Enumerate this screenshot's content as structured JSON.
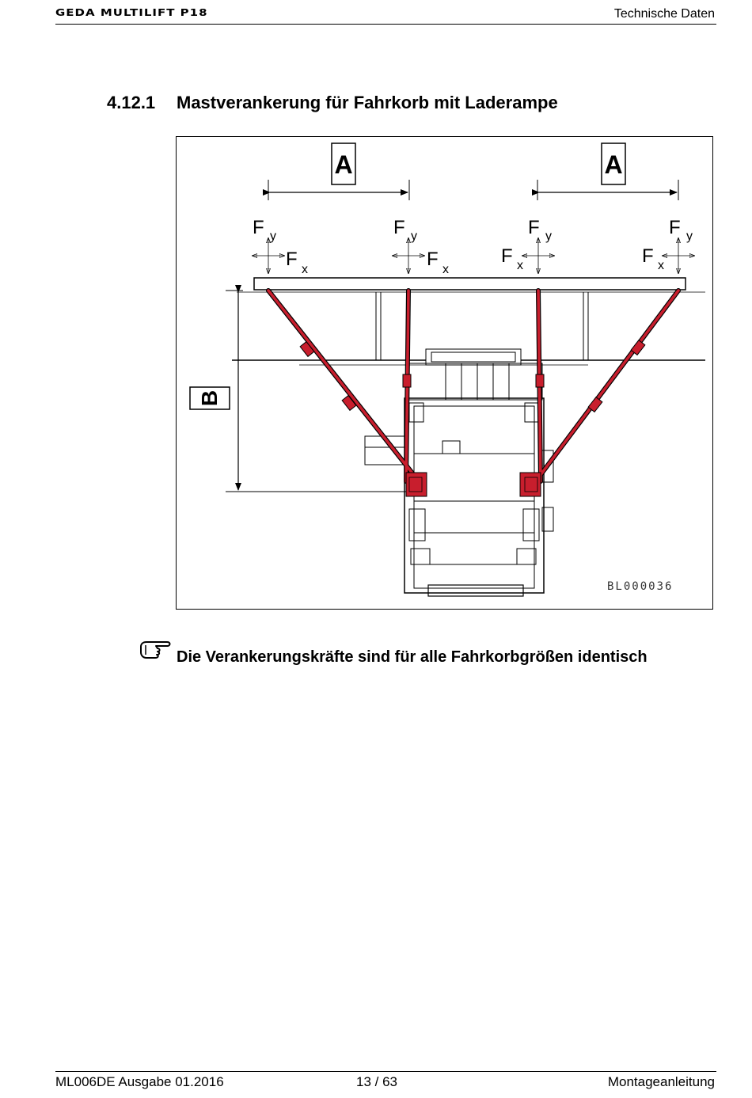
{
  "header": {
    "brand": "GEDA MULTILIFT P18",
    "section": "Technische Daten"
  },
  "section": {
    "number": "4.12.1",
    "title": "Mastverankerung für Fahrkorb mit Laderampe"
  },
  "figure": {
    "drawing_id": "BL000036",
    "dimension_a": "A",
    "dimension_b": "B",
    "force_label": "F",
    "y_subscript": "y",
    "x_subscript": "x",
    "strut_color": "#c81e2d"
  },
  "note": {
    "icon": "pointing-hand-icon",
    "text": "Die Verankerungskräfte sind für alle Fahrkorbgrößen identisch"
  },
  "footer": {
    "document": "ML006DE Ausgabe 01.2016",
    "page": "13 / 63",
    "manual": "Montageanleitung"
  }
}
